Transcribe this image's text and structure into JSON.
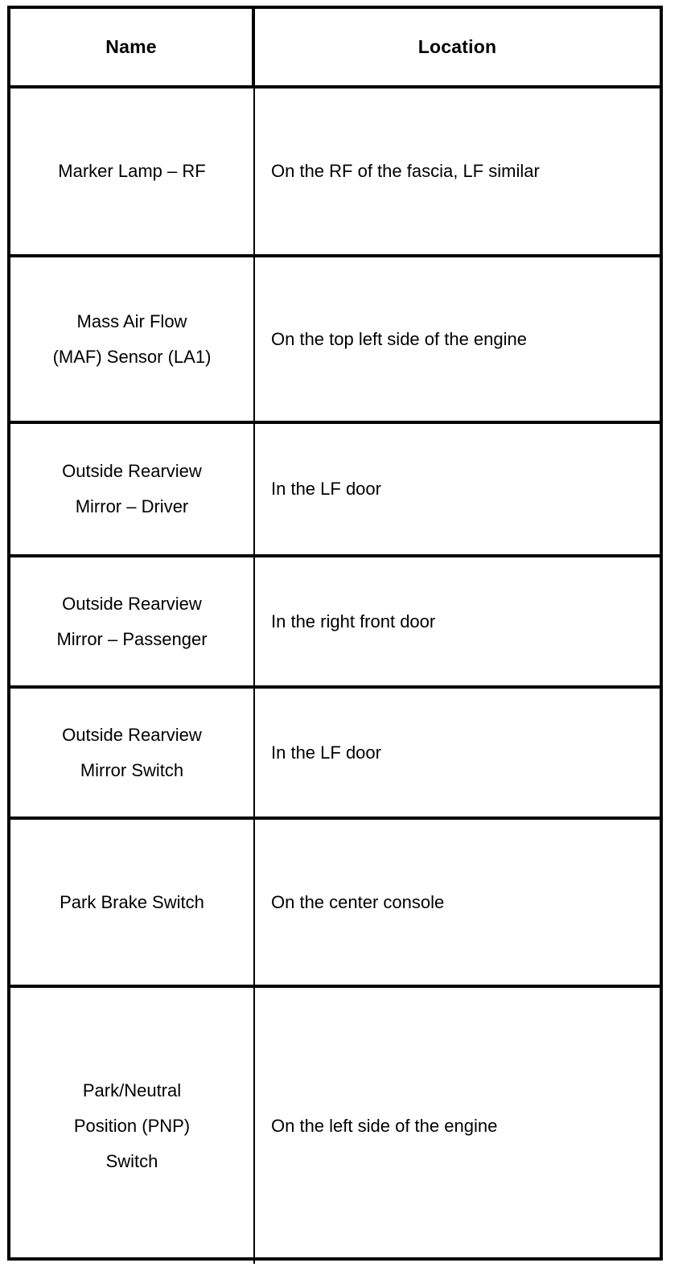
{
  "table": {
    "caption": "",
    "columns": [
      {
        "key": "name",
        "header": "Name",
        "align": "center"
      },
      {
        "key": "location",
        "header": "Location",
        "align": "left"
      }
    ],
    "rows": [
      {
        "name": "Marker Lamp – RF",
        "location": "On the RF of the fascia, LF similar"
      },
      {
        "name": "Mass Air Flow\n(MAF) Sensor (LA1)",
        "location": "On the top left side of the engine"
      },
      {
        "name": "Outside Rearview\nMirror – Driver",
        "location": "In the LF door"
      },
      {
        "name": "Outside Rearview\nMirror – Passenger",
        "location": "In the right front door"
      },
      {
        "name": "Outside Rearview\nMirror Switch",
        "location": "In the LF door"
      },
      {
        "name": "Park Brake Switch",
        "location": "On the center console"
      },
      {
        "name": "Park/Neutral\nPosition (PNP)\nSwitch",
        "location": "On the left side of the engine"
      }
    ]
  },
  "style": {
    "border_color": "#000000",
    "text_color": "#000000",
    "background": "#ffffff"
  }
}
